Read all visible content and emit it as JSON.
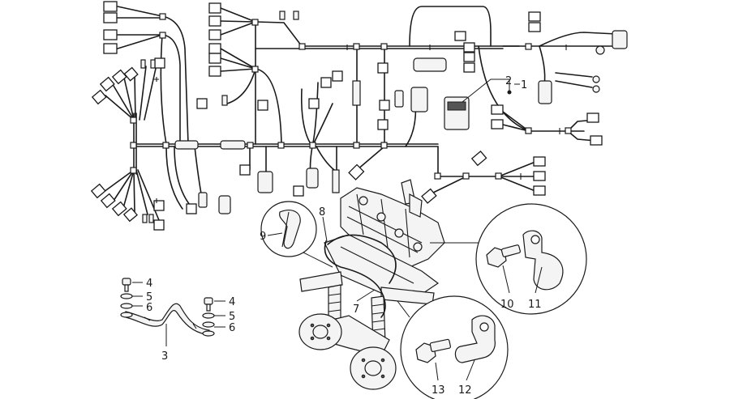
{
  "callouts": [
    {
      "id": "c1",
      "label": "1"
    },
    {
      "id": "c2",
      "label": "2"
    },
    {
      "id": "c3",
      "label": "3"
    },
    {
      "id": "c4a",
      "label": "4"
    },
    {
      "id": "c5a",
      "label": "5"
    },
    {
      "id": "c6a",
      "label": "6"
    },
    {
      "id": "c4b",
      "label": "4"
    },
    {
      "id": "c5b",
      "label": "5"
    },
    {
      "id": "c6b",
      "label": "6"
    },
    {
      "id": "c7",
      "label": "7"
    },
    {
      "id": "c8",
      "label": "8"
    },
    {
      "id": "c9",
      "label": "9"
    },
    {
      "id": "c10",
      "label": "10"
    },
    {
      "id": "c11",
      "label": "11"
    },
    {
      "id": "c12",
      "label": "12"
    },
    {
      "id": "c13",
      "label": "13"
    }
  ]
}
